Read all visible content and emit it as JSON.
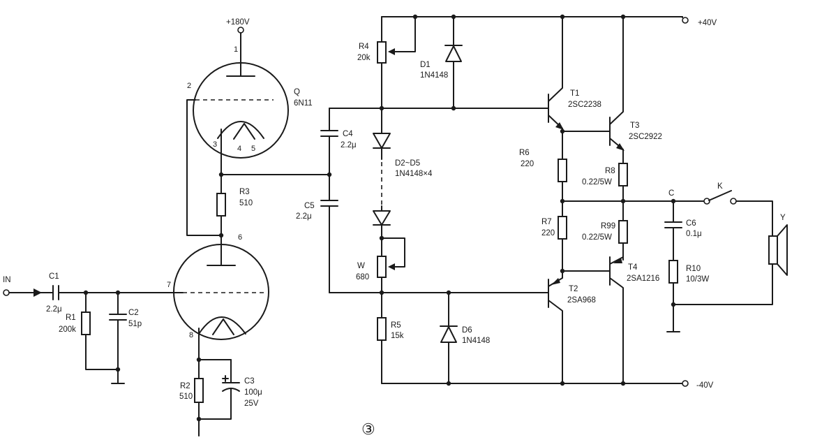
{
  "labels": {
    "in": "IN",
    "v180": "+180V",
    "v40p": "+40V",
    "v40n": "-40V",
    "fig": "③",
    "out_c": "C",
    "out_k": "K",
    "out_y": "Y"
  },
  "pins": {
    "p1": "1",
    "p2": "2",
    "p3": "3",
    "p4": "4",
    "p5": "5",
    "p6": "6",
    "p7": "7",
    "p8": "8"
  },
  "tube": {
    "name": "Q",
    "type": "6N11"
  },
  "components": {
    "r1": {
      "ref": "R1",
      "value": "200k"
    },
    "r2": {
      "ref": "R2",
      "value": "510"
    },
    "r3": {
      "ref": "R3",
      "value": "510"
    },
    "r4": {
      "ref": "R4",
      "value": "20k"
    },
    "r5": {
      "ref": "R5",
      "value": "15k"
    },
    "r6": {
      "ref": "R6",
      "value": "220"
    },
    "r7": {
      "ref": "R7",
      "value": "220"
    },
    "r8": {
      "ref": "R8",
      "value": "0.22/5W"
    },
    "r99": {
      "ref": "R99",
      "value": "0.22/5W"
    },
    "r10": {
      "ref": "R10",
      "value": "10/3W"
    },
    "w": {
      "ref": "W",
      "value": "680"
    },
    "c1": {
      "ref": "C1",
      "value": "2.2μ"
    },
    "c2": {
      "ref": "C2",
      "value": "51p"
    },
    "c3": {
      "ref": "C3",
      "value": "100μ",
      "rating": "25V"
    },
    "c4": {
      "ref": "C4",
      "value": "2.2μ"
    },
    "c5": {
      "ref": "C5",
      "value": "2.2μ"
    },
    "c6": {
      "ref": "C6",
      "value": "0.1μ"
    },
    "d1": {
      "ref": "D1",
      "value": "1N4148"
    },
    "d25": {
      "ref": "D2~D5",
      "value": "1N4148×4"
    },
    "d6": {
      "ref": "D6",
      "value": "1N4148"
    },
    "t1": {
      "ref": "T1",
      "value": "2SC2238"
    },
    "t2": {
      "ref": "T2",
      "value": "2SA968"
    },
    "t3": {
      "ref": "T3",
      "value": "2SC2922"
    },
    "t4": {
      "ref": "T4",
      "value": "2SA1216"
    }
  }
}
